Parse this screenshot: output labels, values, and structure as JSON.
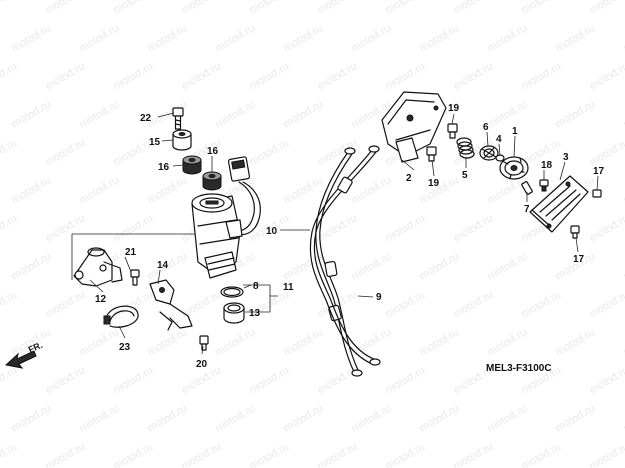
{
  "watermark": "motod.ru",
  "diagram_code": "MEL3-F3100C",
  "direction_label": "FR.",
  "callouts": {
    "c1": "1",
    "c2": "2",
    "c3": "3",
    "c4": "4",
    "c5": "5",
    "c6": "6",
    "c7": "7",
    "c8": "8",
    "c9": "9",
    "c10": "10",
    "c11": "11",
    "c12": "12",
    "c13": "13",
    "c14": "14",
    "c15": "15",
    "c16a": "16",
    "c16b": "16",
    "c17a": "17",
    "c17b": "17",
    "c18": "18",
    "c19a": "19",
    "c19b": "19",
    "c20": "20",
    "c21": "21",
    "c22": "22",
    "c23": "23"
  }
}
